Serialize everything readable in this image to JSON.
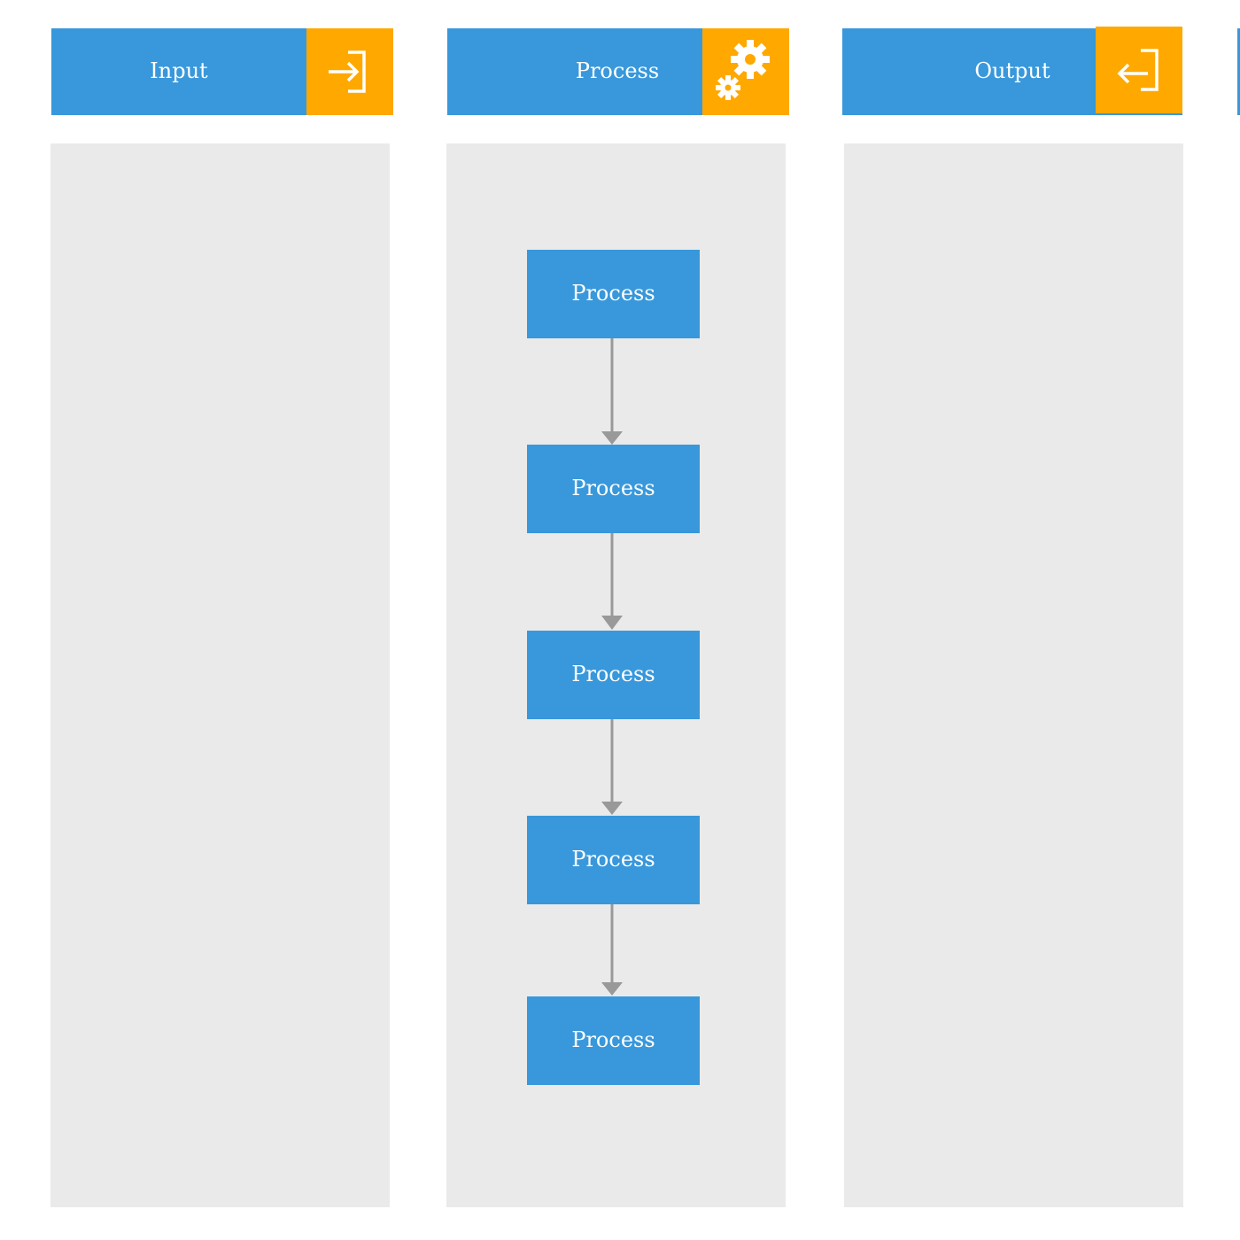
{
  "lanes": [
    {
      "title": "Input",
      "icon": "enter-icon"
    },
    {
      "title": "Process",
      "icon": "gears-icon"
    },
    {
      "title": "Output",
      "icon": "exit-icon"
    }
  ],
  "process_nodes": [
    {
      "label": "Process"
    },
    {
      "label": "Process"
    },
    {
      "label": "Process"
    },
    {
      "label": "Process"
    },
    {
      "label": "Process"
    }
  ],
  "colors": {
    "header_blue": "#3898db",
    "icon_orange": "#ffa800",
    "lane_gray": "#eaeaea",
    "edge_gray": "#999999"
  }
}
